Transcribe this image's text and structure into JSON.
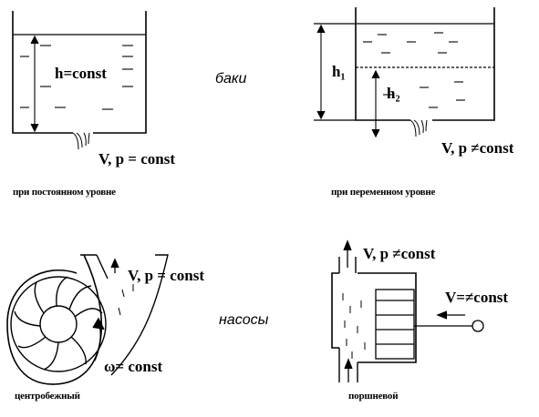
{
  "tanks": {
    "section_label": "баки",
    "constant": {
      "height_label": "h=const",
      "flow_label": "V, p = const",
      "caption": "при постоянном уровне"
    },
    "variable": {
      "h1_label": "h₁",
      "h2_label": "h₂",
      "flow_label": "V, p ≠const",
      "caption": "при переменном уровне"
    }
  },
  "pumps": {
    "section_label": "насосы",
    "centrifugal": {
      "flow_label": "V, p = const",
      "omega_label": "ω= const",
      "caption": "центробежный"
    },
    "piston": {
      "flow_label": "V, p ≠const",
      "velocity_label": "V=≠const",
      "caption": "поршневой"
    }
  },
  "colors": {
    "ink": "#000000",
    "background": "#ffffff"
  }
}
